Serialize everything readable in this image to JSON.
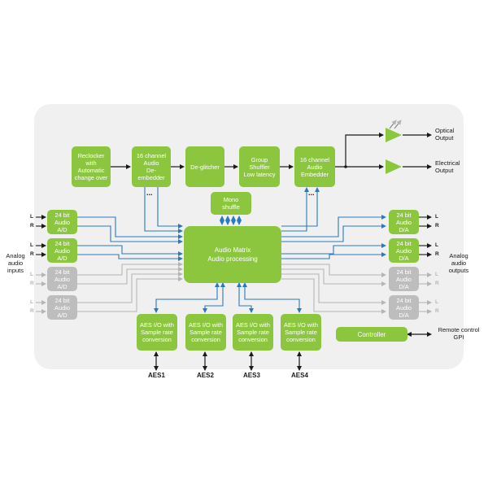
{
  "blocks": {
    "reclocker": "Reclocker\nwith\nAutomatic\nchange over",
    "deembedder": "16 channel\nAudio\nDe-\nembedder",
    "deglitcher": "De-glitcher",
    "group_shuffler": "Group\nShuffler\nLow latency",
    "embedder": "16 channel\nAudio\nEmbedder",
    "mono_shuffle": "Mono\nshuffle",
    "audio_matrix": "Audio Matrix\nAudio processing",
    "controller": "Controller",
    "ad": [
      "24 bit\nAudio\nA/D",
      "24 bit\nAudio\nA/D",
      "24 bit\nAudio\nA/D",
      "24 bit\nAudio\nA/D"
    ],
    "da": [
      "24 bit\nAudio\nD/A",
      "24 bit\nAudio\nD/A",
      "24 bit\nAudio\nD/A",
      "24 bit\nAudio\nD/A"
    ],
    "aes_io": [
      "AES I/O with\nSample rate\nconversion",
      "AES I/O with\nSample rate\nconversion",
      "AES I/O with\nSample rate\nconversion",
      "AES I/O with\nSample rate\nconversion"
    ]
  },
  "labels": {
    "optical_output": "Optical\nOutput",
    "electrical_output": "Electrical\nOutput",
    "analog_inputs": "Analog\naudio\ninputs",
    "analog_outputs": "Analog\naudio\noutputs",
    "remote_control": "Remote control\nGPI",
    "aes_ports": [
      "AES1",
      "AES2",
      "AES3",
      "AES4"
    ],
    "left": "L",
    "right": "R",
    "ellipsis": "..."
  },
  "colors": {
    "block": "#8cc63f",
    "block_inactive": "#bdbdbd",
    "signal_line": "#1a1a1a",
    "matrix_link": "#2a7ac0",
    "panel": "#f0f0f0"
  }
}
